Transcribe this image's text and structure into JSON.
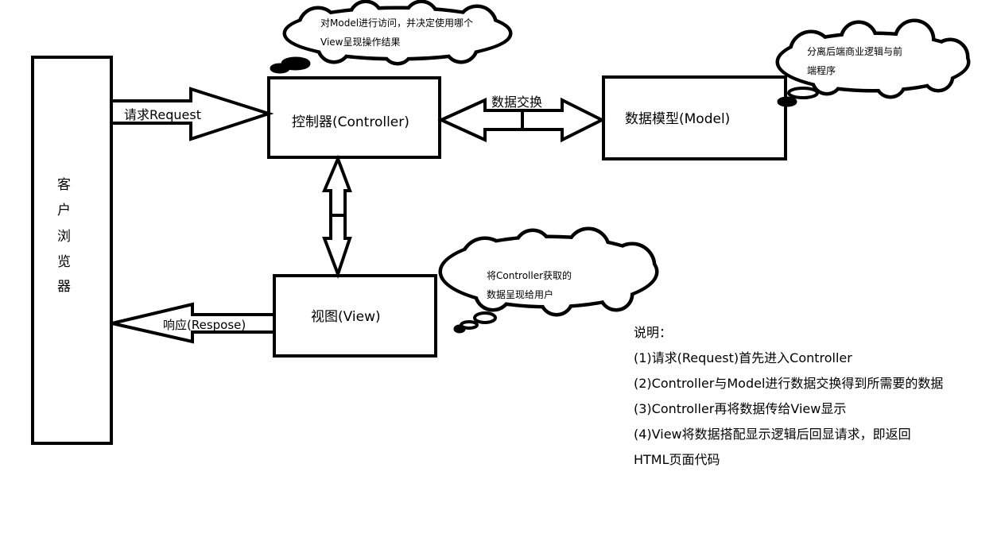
{
  "browser": {
    "chars": [
      "客",
      "户",
      "浏",
      "览",
      "器"
    ]
  },
  "controller": {
    "label": "控制器(Controller)"
  },
  "model": {
    "label": "数据模型(Model)"
  },
  "view": {
    "label": "视图(View)"
  },
  "arrows": {
    "request": "请求Request",
    "response": "响应(Respose)",
    "exchange": "数据交换"
  },
  "clouds": {
    "controller_note": [
      "对Model进行访问，并决定使用哪个",
      "View呈现操作结果"
    ],
    "model_note": [
      "分离后端商业逻辑与前",
      "端程序"
    ],
    "view_note": [
      "将Controller获取的",
      "数据呈现给用户"
    ]
  },
  "notes": {
    "title": "说明：",
    "items": [
      "(1)请求(Request)首先进入Controller",
      "(2)Controller与Model进行数据交换得到所需要的数据",
      "(3)Controller再将数据传给View显示",
      "(4)View将数据搭配显示逻辑后回显请求，即返回",
      "HTML页面代码"
    ]
  },
  "colors": {
    "stroke": "#000000",
    "background": "#ffffff"
  }
}
